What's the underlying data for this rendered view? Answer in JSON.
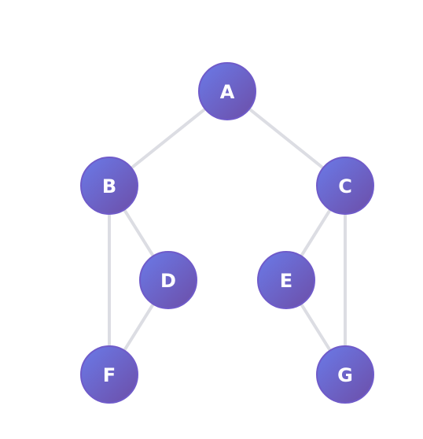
{
  "graph": {
    "colors": {
      "edge": "#dcdde3",
      "node_gradient_start": "#6b7ae8",
      "node_gradient_end": "#6c4ea8",
      "node_rim": "#6f5bc9",
      "label": "#ffffff"
    },
    "nodes": [
      {
        "id": "A",
        "label": "A"
      },
      {
        "id": "B",
        "label": "B"
      },
      {
        "id": "C",
        "label": "C"
      },
      {
        "id": "D",
        "label": "D"
      },
      {
        "id": "E",
        "label": "E"
      },
      {
        "id": "F",
        "label": "F"
      },
      {
        "id": "G",
        "label": "G"
      }
    ],
    "edges": [
      {
        "from": "A",
        "to": "B"
      },
      {
        "from": "A",
        "to": "C"
      },
      {
        "from": "B",
        "to": "D"
      },
      {
        "from": "B",
        "to": "F"
      },
      {
        "from": "D",
        "to": "F"
      },
      {
        "from": "C",
        "to": "E"
      },
      {
        "from": "C",
        "to": "G"
      },
      {
        "from": "E",
        "to": "G"
      }
    ]
  }
}
